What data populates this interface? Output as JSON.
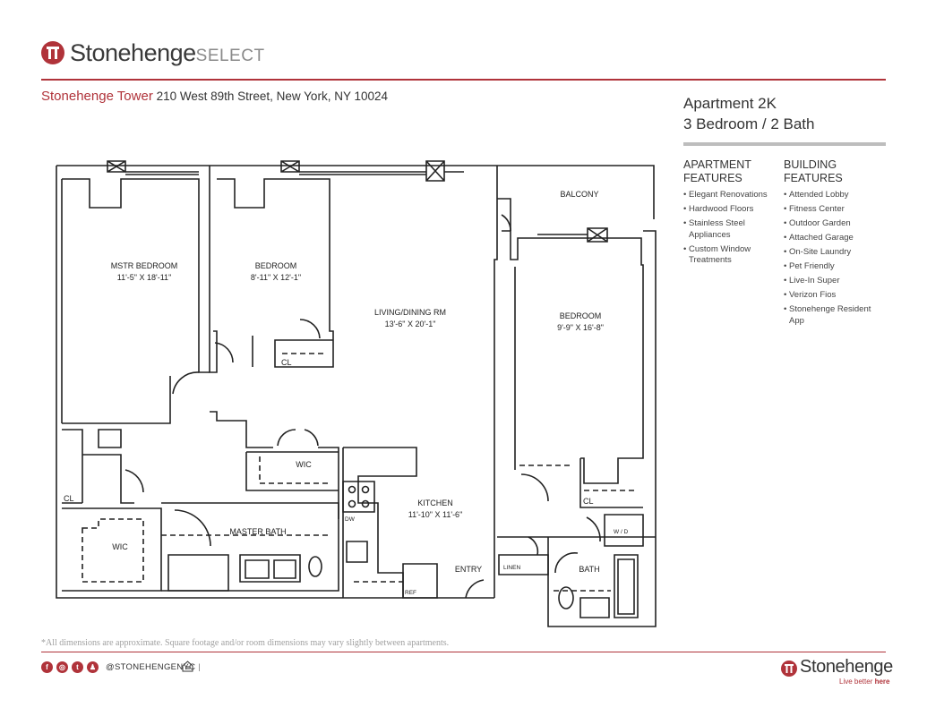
{
  "header": {
    "brand_main": "Stonehenge",
    "brand_sub": "SELECT",
    "building_name": "Stonehenge Tower",
    "building_address": " 210 West 89th Street, New York, NY 10024"
  },
  "unit": {
    "apartment": "Apartment 2K",
    "layout": "3 Bedroom  / 2 Bath"
  },
  "apartment_features": {
    "heading_line1": "APARTMENT",
    "heading_line2": "FEATURES",
    "items": [
      "Elegant Renovations",
      "Hardwood Floors",
      "Stainless Steel Appliances",
      "Custom Window Treatments"
    ]
  },
  "building_features": {
    "heading_line1": "BUILDING",
    "heading_line2": "FEATURES",
    "items": [
      "Attended Lobby",
      "Fitness Center",
      "Outdoor Garden",
      "Attached Garage",
      "On-Site Laundry",
      "Pet Friendly",
      "Live-In Super",
      "Verizon Fios",
      "Stonehenge Resident App"
    ]
  },
  "rooms": {
    "master_bedroom": "MSTR BEDROOM",
    "master_bedroom_dim": "11'-5\" X 18'-11\"",
    "bedroom2": "BEDROOM",
    "bedroom2_dim": "8'-11\" X 12'-1\"",
    "living": "LIVING/DINING RM",
    "living_dim": "13'-6\" X 20'-1\"",
    "bedroom3": "BEDROOM",
    "bedroom3_dim": "9'-9\" X 16'-8\"",
    "balcony": "BALCONY",
    "kitchen": "KITCHEN",
    "kitchen_dim": "11'-10\" X 11'-6\"",
    "master_bath": "MASTER BATH",
    "bath": "BATH",
    "entry": "ENTRY",
    "wic_left": "WIC",
    "wic_center": "WIC",
    "cl_bed2": "CL",
    "cl_master": "CL",
    "cl_bed3": "CL",
    "linen": "LINEN",
    "wd": "W / D",
    "dw": "DW",
    "ref": "REF"
  },
  "footer": {
    "disclaimer": "*All dimensions are approximate. Square footage and/or room dimensions may vary slightly between apartments.",
    "social_icons": [
      "facebook-icon",
      "instagram-icon",
      "twitter-icon",
      "snapchat-icon"
    ],
    "handle": "@STONEHENGENYC",
    "brand": "Stonehenge",
    "tagline_plain": "Live better ",
    "tagline_bold": "here"
  },
  "colors": {
    "brand_red": "#b0333a",
    "rule_gray": "#bdbdbd",
    "disclaimer_gray": "#a0a0a0"
  }
}
